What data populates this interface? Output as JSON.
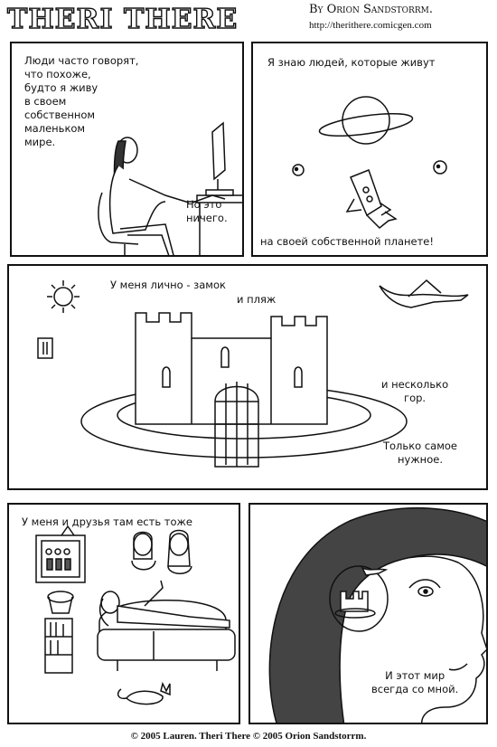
{
  "header": {
    "title": "THERI THERE",
    "byline": "By Orion Sandstorrm.",
    "url": "http://therithere.comicgen.com"
  },
  "panels": {
    "p1": {
      "caption": "Люди часто говорят,\nчто похоже,\nбудто я живу\nв своем\nсобственном\nмаленьком\nмире.",
      "caption2": "Но это\nничего."
    },
    "p2": {
      "caption": "Я знаю людей, которые живут",
      "caption2": "на своей собственной планете!"
    },
    "p3": {
      "caption": "У меня лично - замок",
      "caption2": "и пляж",
      "caption3": "и несколько\nгор.",
      "caption4": "Только самое\nнужное."
    },
    "p4": {
      "caption": "У меня и друзья там есть тоже"
    },
    "p5": {
      "caption": "И этот мир\nвсегда со мной."
    }
  },
  "footer": {
    "copyright": "© 2005 Lauren. Theri There © 2005 Orion Sandstorrm."
  }
}
